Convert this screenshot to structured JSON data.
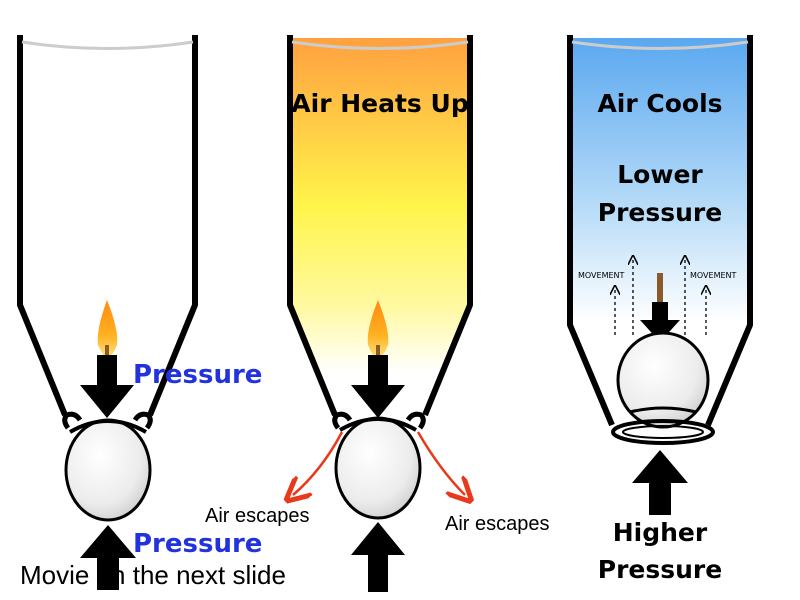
{
  "panel1": {
    "label_top": "Pressure",
    "label_bottom": "Pressure",
    "caption": "Movie on the next slide"
  },
  "panel2": {
    "title": "Air Heats Up",
    "escape_left": "Air escapes",
    "escape_right": "Air escapes"
  },
  "panel3": {
    "title": "Air Cools",
    "lower_line1": "Lower",
    "lower_line2": "Pressure",
    "movement_left": "MOVEMENT",
    "movement_right": "MOVEMENT",
    "higher_line1": "Higher",
    "higher_line2": "Pressure"
  },
  "colors": {
    "pressure_label": "#2233dd",
    "escape_arrow": "#e83a1a",
    "hot_top": "#ffa040",
    "hot_mid": "#ffee44",
    "cool_top": "#5aa8f0"
  }
}
